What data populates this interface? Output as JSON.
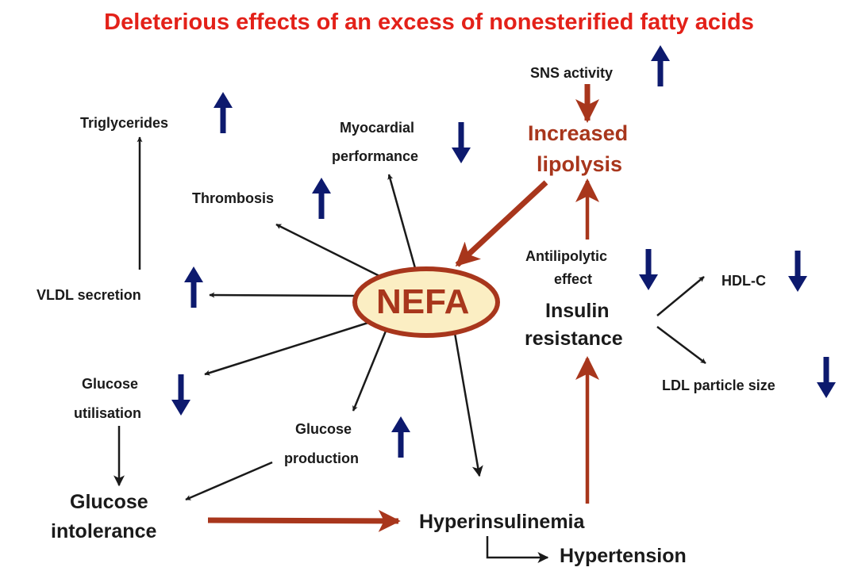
{
  "title": "Deleterious effects of an excess of nonesterified fatty acids",
  "colors": {
    "title": "#e32119",
    "process_arrow": "#a8361c",
    "indicator_arrow": "#0d1a6e",
    "effect_arrow": "#1a1a1a",
    "nefa_fill": "#fbeec3"
  },
  "nodes": {
    "nefa": "NEFA",
    "sns_activity": "SNS activity",
    "increased_lipolysis": [
      "Increased",
      "lipolysis"
    ],
    "triglycerides": "Triglycerides",
    "myocardial_performance": [
      "Myocardial",
      "performance"
    ],
    "thrombosis": "Thrombosis",
    "vldl_secretion": "VLDL secretion",
    "glucose_utilisation": [
      "Glucose",
      "utilisation"
    ],
    "glucose_production": [
      "Glucose",
      "production"
    ],
    "glucose_intolerance": [
      "Glucose",
      "intolerance"
    ],
    "hyperinsulinemia": "Hyperinsulinemia",
    "hypertension": "Hypertension",
    "antilipolytic_effect": [
      "Antilipolytic",
      "effect"
    ],
    "insulin_resistance": [
      "Insulin",
      "resistance"
    ],
    "hdl_c": "HDL-C",
    "ldl_particle_size": "LDL particle size"
  },
  "indicators": {
    "sns_activity": "up",
    "triglycerides": "up",
    "myocardial_performance": "down",
    "thrombosis": "up",
    "vldl_secretion": "up",
    "glucose_utilisation": "down",
    "glucose_production": "up",
    "antilipolytic_effect": "down",
    "hdl_c": "down",
    "ldl_particle_size": "down"
  }
}
